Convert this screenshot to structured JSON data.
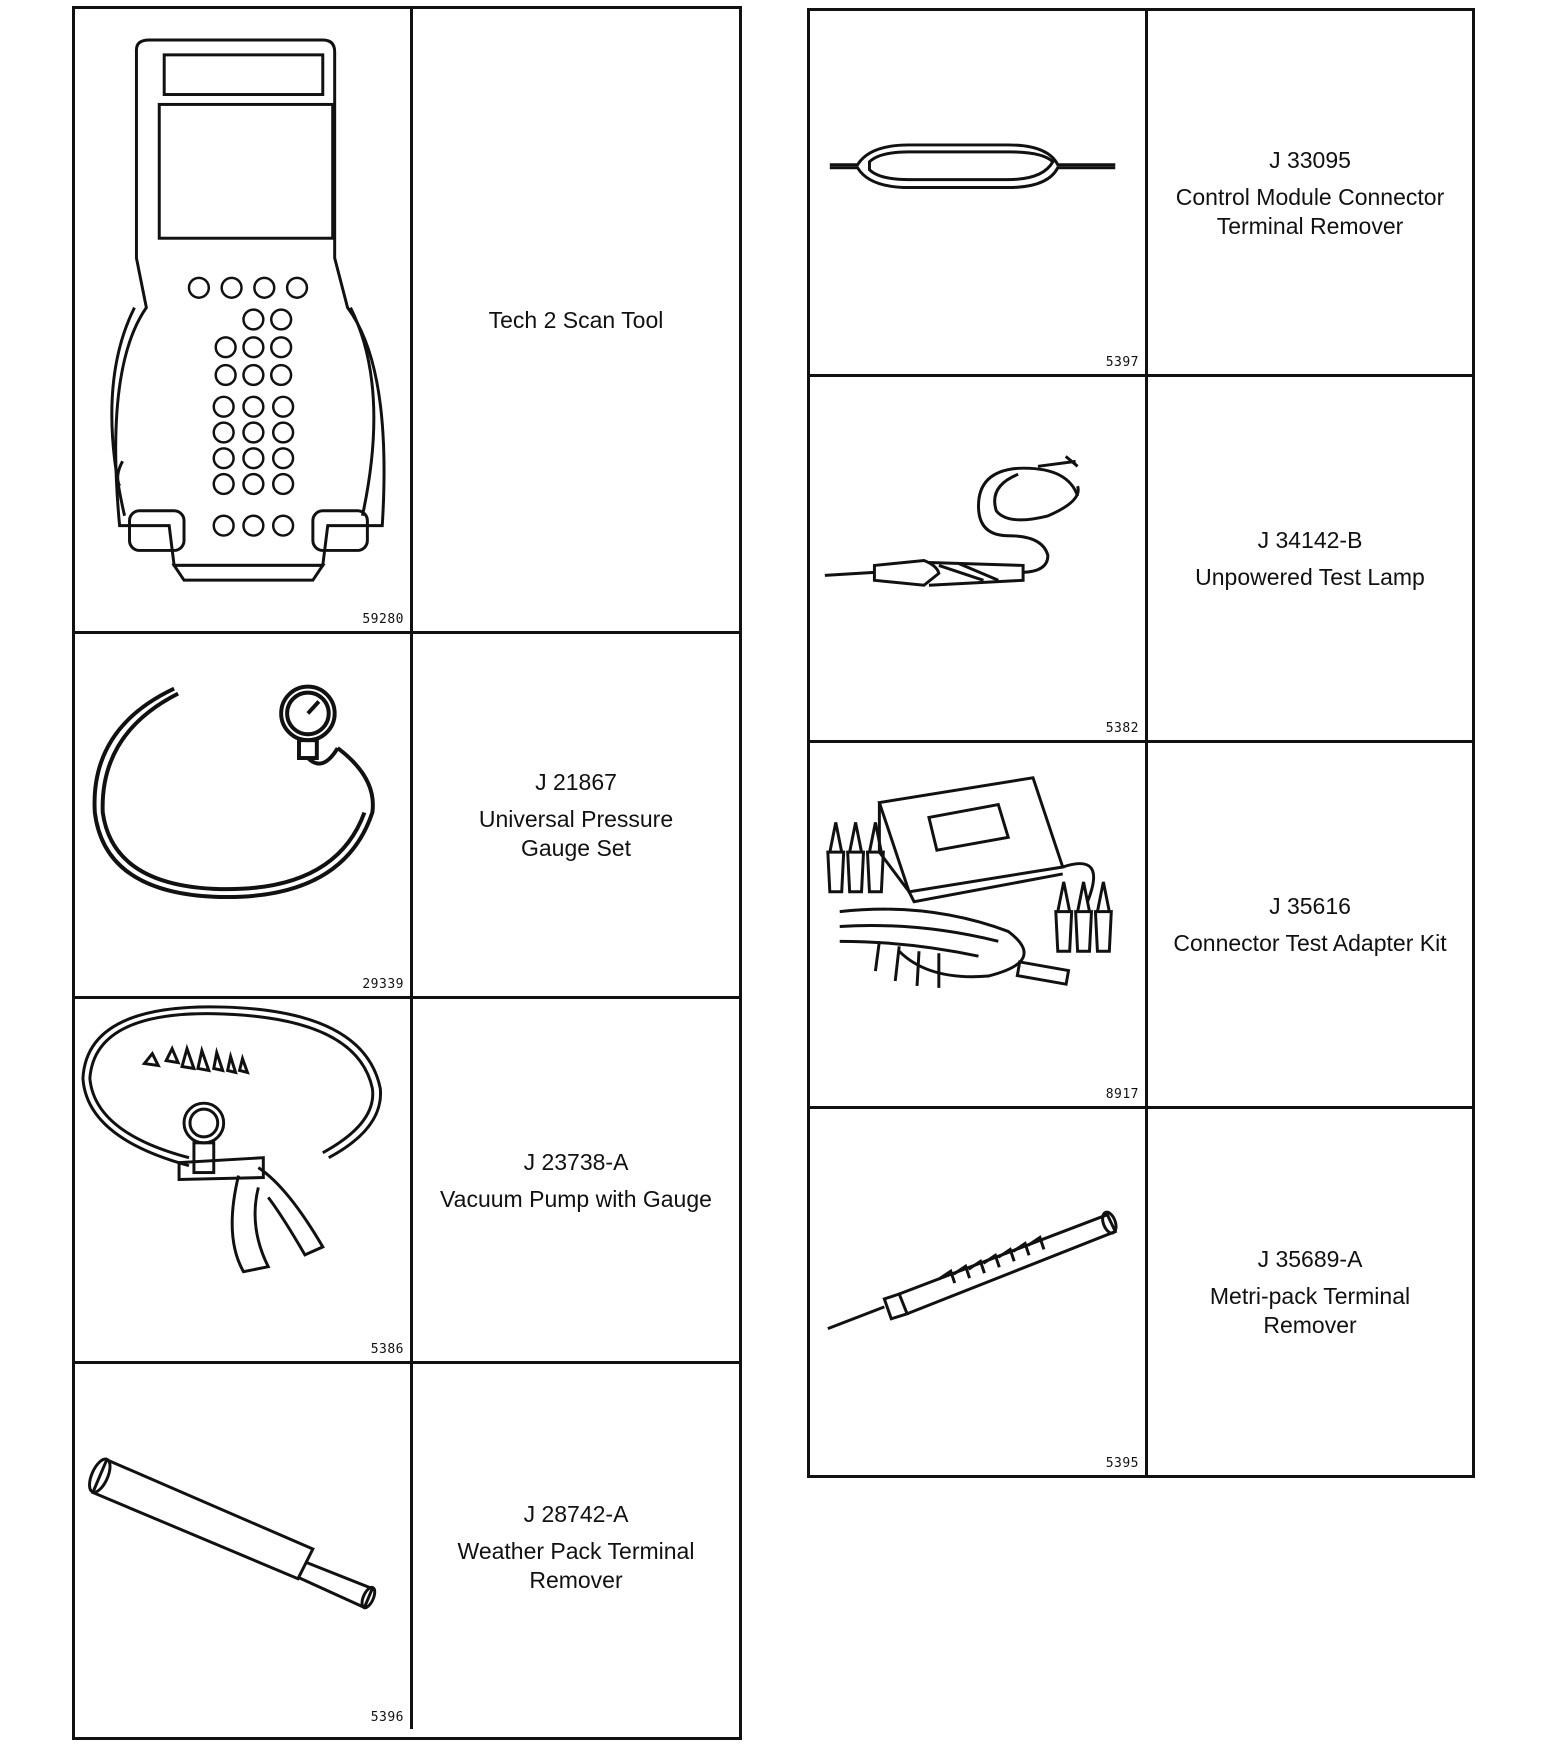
{
  "left_tools": [
    {
      "part_number": "",
      "name": "Tech 2 Scan Tool",
      "figure": "59280",
      "icon": "scan-tool-icon"
    },
    {
      "part_number": "J 21867",
      "name": "Universal Pressure\nGauge Set",
      "figure": "29339",
      "icon": "pressure-gauge-icon"
    },
    {
      "part_number": "J 23738-A",
      "name": "Vacuum Pump with Gauge",
      "figure": "5386",
      "icon": "vacuum-pump-icon"
    },
    {
      "part_number": "J 28742-A",
      "name": "Weather Pack Terminal\nRemover",
      "figure": "5396",
      "icon": "terminal-remover-icon"
    }
  ],
  "right_tools": [
    {
      "part_number": "J 33095",
      "name": "Control Module Connector\nTerminal Remover",
      "figure": "5397",
      "icon": "connector-remover-icon"
    },
    {
      "part_number": "J 34142-B",
      "name": "Unpowered Test Lamp",
      "figure": "5382",
      "icon": "test-lamp-icon"
    },
    {
      "part_number": "J 35616",
      "name": "Connector Test Adapter Kit",
      "figure": "8917",
      "icon": "adapter-kit-icon"
    },
    {
      "part_number": "J 35689-A",
      "name": "Metri-pack Terminal\nRemover",
      "figure": "5395",
      "icon": "metri-pack-remover-icon"
    }
  ]
}
